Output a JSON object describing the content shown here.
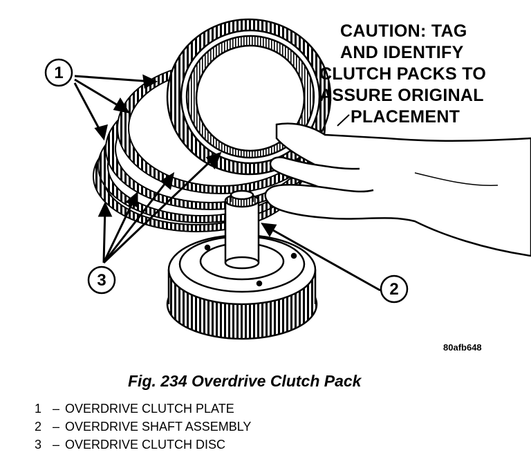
{
  "caution": {
    "lines": [
      "CAUTION: TAG",
      "AND IDENTIFY",
      "CLUTCH PACKS TO",
      "ASSURE ORIGINAL",
      "PLACEMENT"
    ]
  },
  "callouts": [
    {
      "number": "1"
    },
    {
      "number": "2"
    },
    {
      "number": "3"
    }
  ],
  "figure_id": "80afb648",
  "caption": "Fig. 234 Overdrive Clutch Pack",
  "legend": [
    {
      "number": "1",
      "dash": "–",
      "label": "OVERDRIVE CLUTCH PLATE"
    },
    {
      "number": "2",
      "dash": "–",
      "label": "OVERDRIVE SHAFT ASSEMBLY"
    },
    {
      "number": "3",
      "dash": "–",
      "label": "OVERDRIVE CLUTCH DISC"
    }
  ]
}
